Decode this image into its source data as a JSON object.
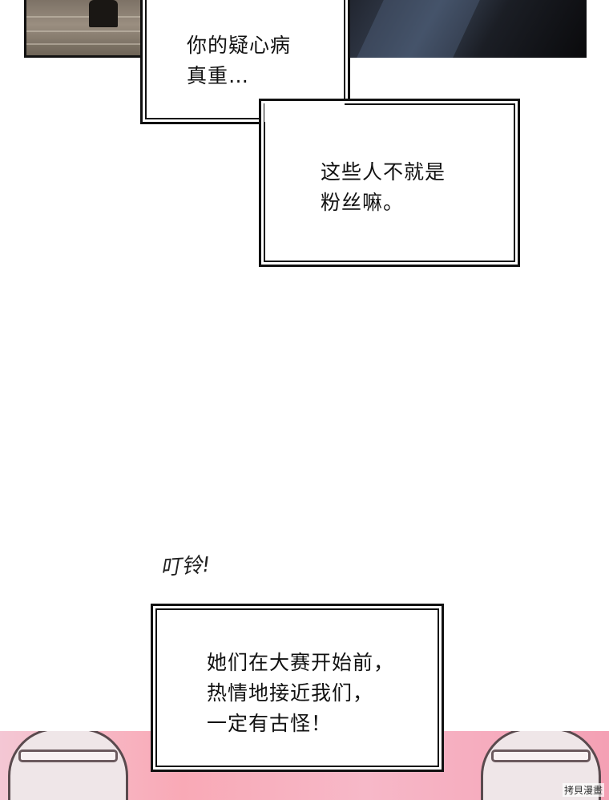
{
  "panels": {
    "top_left": {
      "description_color": "#8a7f72"
    },
    "top_right": {
      "description_color": "#2a3140"
    },
    "bottom": {
      "description_color": "#f7b3c2"
    }
  },
  "dialogue": {
    "box1_text": "你的疑心病\n真重…",
    "box2_text": "这些人不就是\n粉丝嘛。",
    "box3_text": "她们在大赛开始前，\n热情地接近我们，\n一定有古怪！"
  },
  "sfx": "叮铃!",
  "watermark": "拷貝漫畫"
}
